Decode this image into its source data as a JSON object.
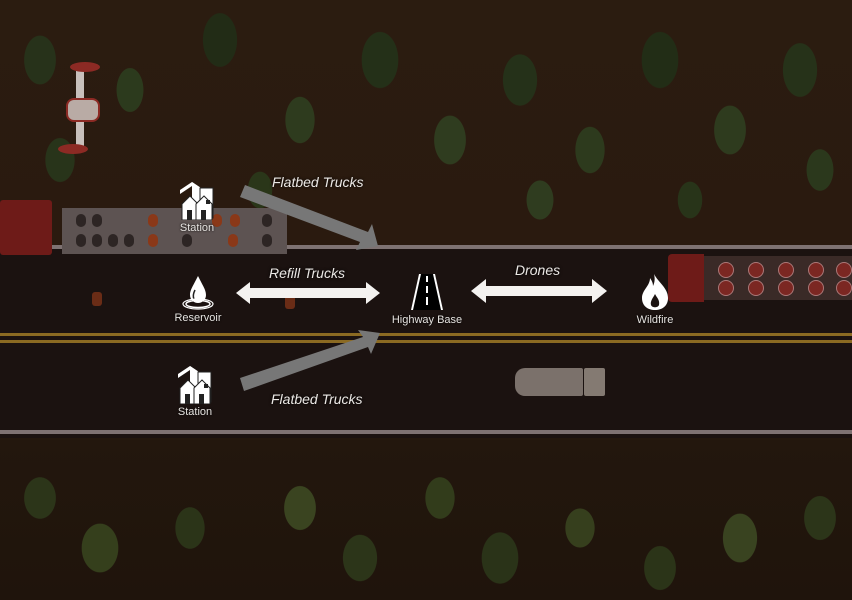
{
  "diagram": {
    "nodes": {
      "station_top": {
        "label": "Station",
        "icon": "houses-icon"
      },
      "station_bottom": {
        "label": "Station",
        "icon": "houses-icon"
      },
      "reservoir": {
        "label": "Reservoir",
        "icon": "water-drop-icon"
      },
      "highway_base": {
        "label": "Highway Base",
        "icon": "road-icon"
      },
      "wildfire": {
        "label": "Wildfire",
        "icon": "flame-icon"
      }
    },
    "edges": {
      "station_top_to_base": {
        "label": "Flatbed Trucks",
        "direction": "one-way"
      },
      "station_bottom_to_base": {
        "label": "Flatbed Trucks",
        "direction": "one-way"
      },
      "reservoir_base": {
        "label": "Refill Trucks",
        "direction": "two-way"
      },
      "base_wildfire": {
        "label": "Drones",
        "direction": "two-way"
      }
    },
    "colors": {
      "arrow_gray": "#777777",
      "arrow_white": "#f4f2f0",
      "road_edge": "#7e7272",
      "road_center": "#8b6a22",
      "truck_red": "#6e1b18"
    }
  }
}
